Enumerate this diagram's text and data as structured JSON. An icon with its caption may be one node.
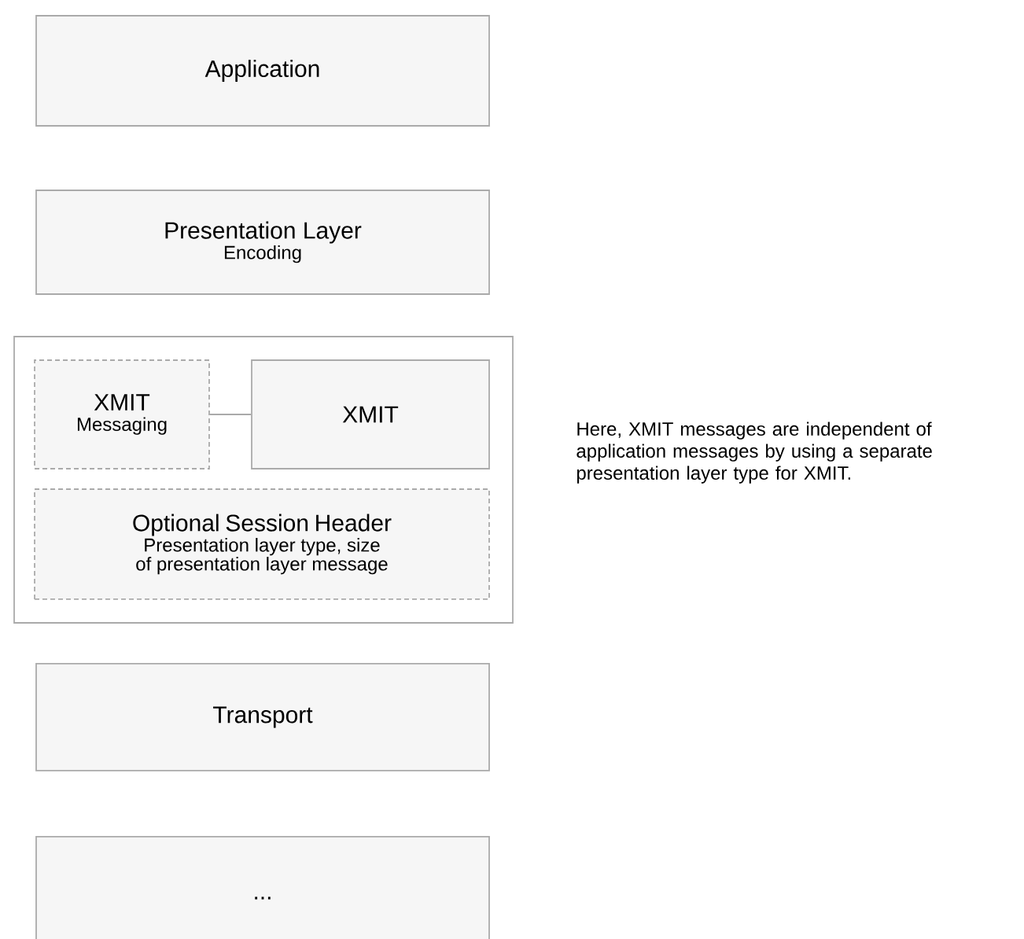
{
  "diagram": {
    "nodes": [
      {
        "text": [
          "Application"
        ]
      },
      {
        "text": [
          "Presentation Layer",
          "Encoding"
        ]
      },
      {
        "text": [],
        "shape": "box"
      },
      {
        "text": [
          "XMIT",
          "Messaging"
        ],
        "in": 2
      },
      {
        "text": [
          "XMIT"
        ],
        "in": 2
      },
      {
        "text": [
          "Optional Session Header",
          "Presentation layer type, size of presentation layer message"
        ],
        "in": 2
      },
      {
        "text": [
          "Transport"
        ]
      },
      {
        "text": [
          "..."
        ]
      }
    ],
    "edges": [
      {
        "from": 3,
        "to": 4,
        "arrow": "none"
      }
    ],
    "labels": [
      "Here, XMIT messages are independent of application messages by using a separate presentation layer type for XMIT."
    ]
  }
}
